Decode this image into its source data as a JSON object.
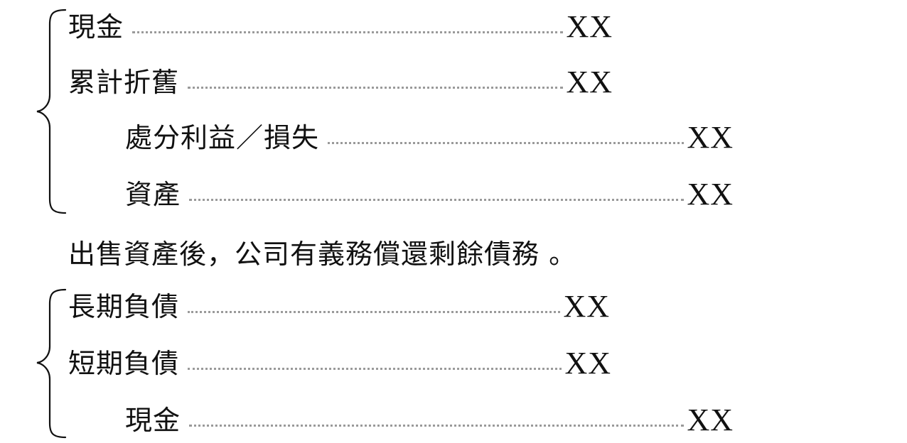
{
  "entry_group_1": {
    "debits": [
      {
        "label": "現金",
        "amount": "XX"
      },
      {
        "label": "累計折舊",
        "amount": "XX"
      }
    ],
    "credits": [
      {
        "label": "處分利益／損失",
        "amount": "XX"
      },
      {
        "label": "資產",
        "amount": "XX"
      }
    ]
  },
  "explanation": "出售資產後，公司有義務償還剩餘債務 。",
  "entry_group_2": {
    "debits": [
      {
        "label": "長期負債",
        "amount": "XX"
      },
      {
        "label": "短期負債",
        "amount": "XX"
      }
    ],
    "credits": [
      {
        "label": "現金",
        "amount": "XX"
      }
    ]
  }
}
